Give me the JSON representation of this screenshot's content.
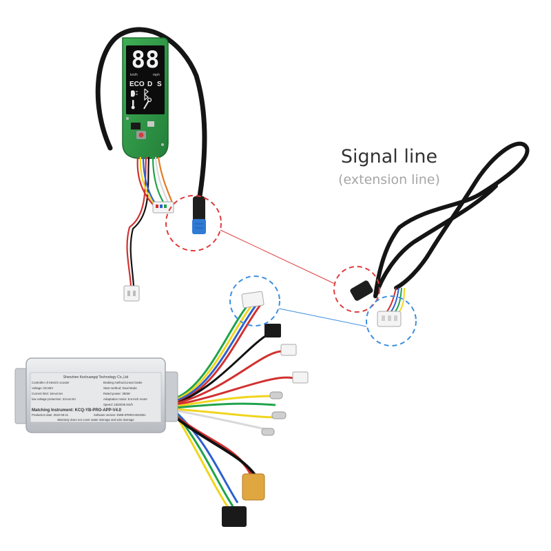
{
  "captions": {
    "title": "Signal line",
    "subtitle": "(extension line)"
  },
  "display": {
    "digits": "88",
    "speed_units_left": "km/h",
    "speed_units_right": "mph",
    "modes": [
      "ECO",
      "D",
      "S"
    ]
  },
  "controller_label": {
    "manufacturer": "Shenzhen Kechuangqi Technology Co.,Ltd",
    "rows": [
      {
        "left": "Controller of electric scooter",
        "right": "Braking method:Linear brake"
      },
      {
        "left": "Voltage:  DC36V",
        "right": "Start method:  Dual Mode"
      },
      {
        "left": "Current limit:  16A±0.5A",
        "right": "Rated power:  350W"
      },
      {
        "left": "low voltage protection:  31V±0.5V",
        "right": "Adaptation motor:  8.5-inch motor"
      },
      {
        "left": "",
        "right": "Speed:  15/20/25 km/h"
      }
    ],
    "matching": "Matching Instrument:  KCQ-YB-PRO-APP-V4.0",
    "production": "Production date:  2022-06-21",
    "software": "Software version:  DWB-SP8R3-0022051",
    "warranty": "Warranty does not cover water damage and wire damage"
  },
  "colors": {
    "pcb": "#2f9b46",
    "cable": "#151515",
    "red_marker": "#e03a3a",
    "blue_marker": "#3b8ee0",
    "controller": "#d9dbde",
    "xt_plug": "#e0a640"
  }
}
